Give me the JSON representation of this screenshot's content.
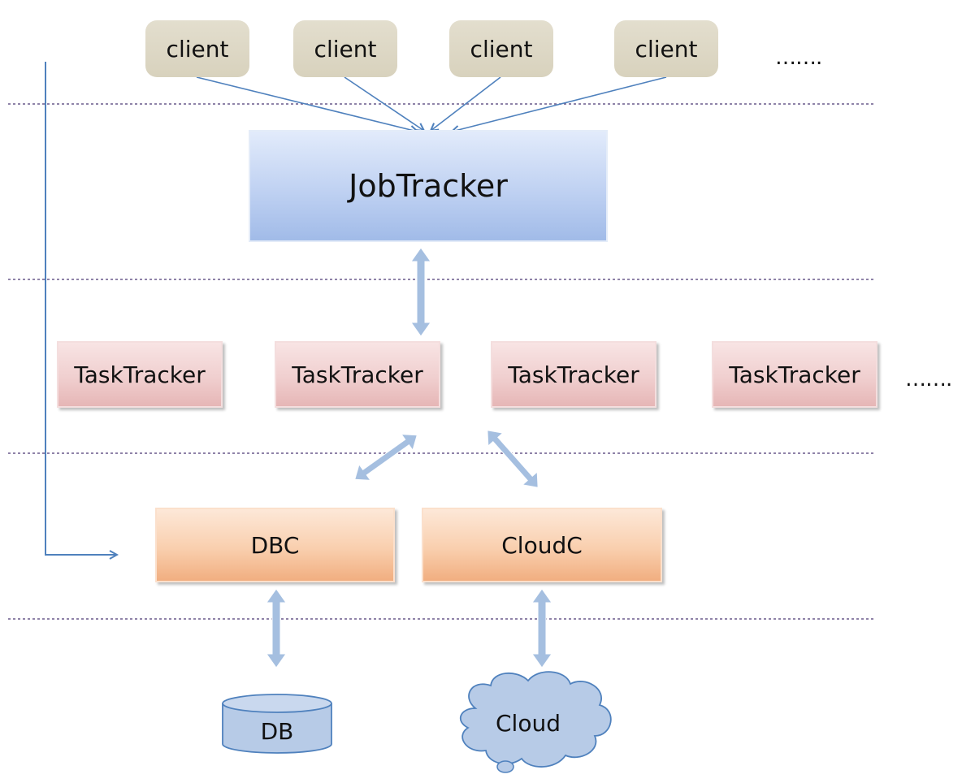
{
  "clients": {
    "items": [
      {
        "label": "client"
      },
      {
        "label": "client"
      },
      {
        "label": "client"
      },
      {
        "label": "client"
      }
    ],
    "more": "……."
  },
  "job_tracker": {
    "label": "JobTracker"
  },
  "task_trackers": {
    "items": [
      {
        "label": "TaskTracker"
      },
      {
        "label": "TaskTracker"
      },
      {
        "label": "TaskTracker"
      },
      {
        "label": "TaskTracker"
      }
    ],
    "more": "……."
  },
  "connectors": {
    "dbc": {
      "label": "DBC"
    },
    "cloudc": {
      "label": "CloudC"
    }
  },
  "stores": {
    "db": {
      "label": "DB"
    },
    "cloud": {
      "label": "Cloud"
    }
  },
  "colors": {
    "client_fill": "#dcd6c2",
    "job_fill": "#b4c8ef",
    "task_fill": "#f0cfcf",
    "connector_fill": "#f9cfae",
    "store_fill": "#b7cbe7",
    "arrow_fill": "#a5bfe0",
    "line_color": "#4f81bd",
    "divider_color": "#6a5a8c"
  }
}
